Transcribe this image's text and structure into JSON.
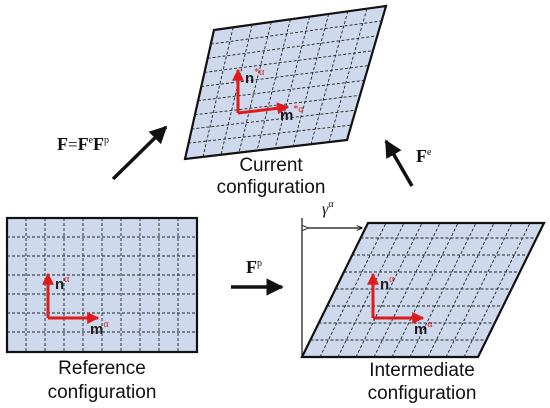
{
  "colors": {
    "panel_fill": "#cfd9ee",
    "vector_red": "#e01b1b",
    "outline": "#111111"
  },
  "captions": {
    "current_line1": "Current",
    "current_line2": "configuration",
    "reference_line1": "Reference",
    "reference_line2": "configuration",
    "intermediate_line1": "Intermediate",
    "intermediate_line2": "configuration"
  },
  "arrow_labels": {
    "total_F": "F",
    "total_eq": "=",
    "total_Fe": "F",
    "total_Fe_sup": "e",
    "total_Fp": "F",
    "total_Fp_sup": "p",
    "plastic_F": "F",
    "plastic_sup": "p",
    "elastic_F": "F",
    "elastic_sup": "e"
  },
  "shear": {
    "symbol": "γ",
    "sup": "α"
  },
  "vectors": {
    "n_label": "n",
    "m_label": "m",
    "alpha": "α",
    "star": "*",
    "current_n_sup": "*α",
    "current_m_sup": "*α"
  }
}
